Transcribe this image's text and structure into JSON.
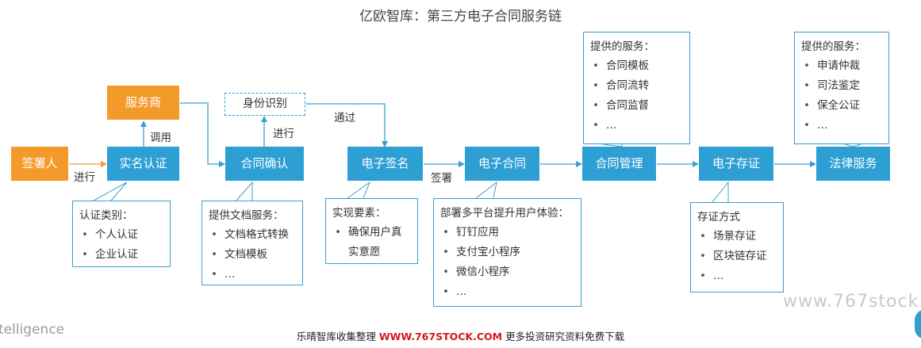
{
  "title": "亿欧智库：第三方电子合同服务链",
  "nodes": {
    "signer": "签署人",
    "provider": "服务商",
    "realname": "实名认证",
    "identity": "身份识别",
    "confirm": "合同确认",
    "esign": "电子签名",
    "econtract": "电子合同",
    "manage": "合同管理",
    "store": "电子存证",
    "legal": "法律服务"
  },
  "edge_labels": {
    "jinxing1": "进行",
    "diaoyong": "调用",
    "jinxing2": "进行",
    "tongguo": "通过",
    "qianshu": "签署"
  },
  "callouts": {
    "realname": {
      "heading": "认证类别：",
      "items": [
        "个人认证",
        "企业认证"
      ]
    },
    "confirm": {
      "heading": "提供文档服务：",
      "items": [
        "文档格式转换",
        "文档模板",
        "…"
      ]
    },
    "esign": {
      "heading": "实现要素：",
      "items": [
        "确保用户真",
        "实意愿"
      ]
    },
    "econtract": {
      "heading": "部署多平台提升用户体验：",
      "items": [
        "钉钉应用",
        "支付宝小程序",
        "微信小程序",
        "…"
      ]
    },
    "manage": {
      "heading": "提供的服务：",
      "items": [
        "合同模板",
        "合同流转",
        "合同监督",
        "…"
      ]
    },
    "store": {
      "heading": "存证方式",
      "items": [
        "场景存证",
        "区块链存证",
        "…"
      ]
    },
    "legal": {
      "heading": "提供的服务：",
      "items": [
        "申请仲裁",
        "司法鉴定",
        "保全公证",
        "…"
      ]
    }
  },
  "footer": {
    "prefix": "乐晴智库收集整理",
    "url": "WWW.767STOCK.COM",
    "suffix": "更多投资研究资料免费下载"
  },
  "watermark": "www.767stock.",
  "brand_fragment": "telligence",
  "colors": {
    "blue": "#2e9fd3",
    "orange": "#f39a2b",
    "line": "#3a9fd0"
  }
}
